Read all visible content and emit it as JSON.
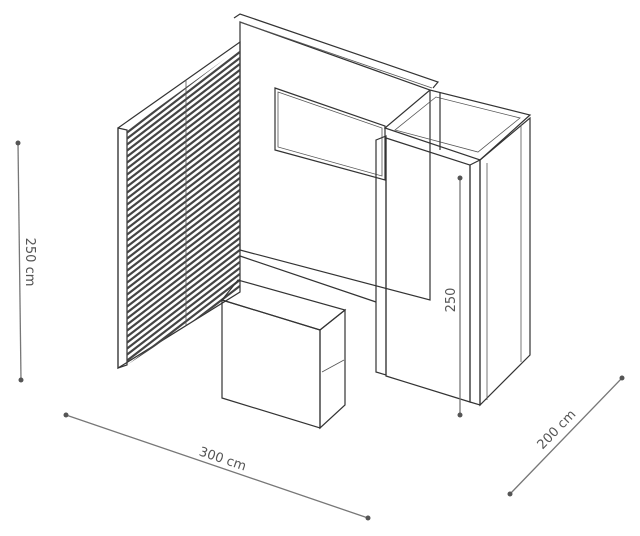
{
  "dimensions": {
    "height": "250 cm",
    "width": "300 cm",
    "depth": "200 cm",
    "inner_height": "250"
  },
  "colors": {
    "line": "#333333",
    "dimension": "#777777",
    "label": "#555555",
    "background": "#ffffff"
  }
}
